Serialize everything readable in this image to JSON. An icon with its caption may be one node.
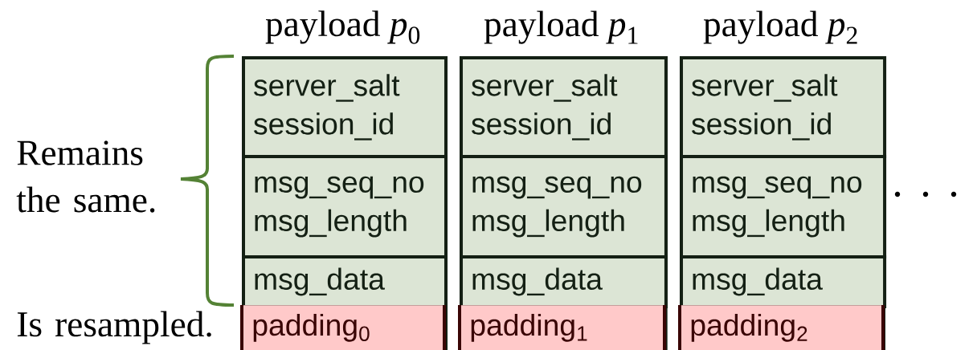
{
  "diagram": {
    "nodes": [
      {
        "text": [
          "payload *p*$_{0}$"
        ]
      },
      {
        "text": [
          "server_salt",
          "session_id"
        ],
        "in": 0
      },
      {
        "text": [
          "msg_seq_no",
          "msg_length"
        ],
        "in": 0
      },
      {
        "text": [
          "msg_data"
        ],
        "in": 0
      },
      {
        "text": [
          "padding$_{0}$"
        ],
        "in": 0
      },
      {
        "text": [
          "payload *p*$_{1}$"
        ]
      },
      {
        "text": [
          "server_salt",
          "session_id"
        ],
        "in": 5
      },
      {
        "text": [
          "msg_seq_no",
          "msg_length"
        ],
        "in": 5
      },
      {
        "text": [
          "msg_data"
        ],
        "in": 5
      },
      {
        "text": [
          "padding$_{1}$"
        ],
        "in": 5
      },
      {
        "text": [
          "payload *p*$_{2}$"
        ]
      },
      {
        "text": [
          "server_salt",
          "session_id"
        ],
        "in": 10
      },
      {
        "text": [
          "msg_seq_no",
          "msg_length"
        ],
        "in": 10
      },
      {
        "text": [
          "msg_data"
        ],
        "in": 10
      },
      {
        "text": [
          "padding$_{2}$"
        ],
        "in": 10
      }
    ],
    "labels": [
      "Remains the same.",
      "Is resampled."
    ]
  }
}
